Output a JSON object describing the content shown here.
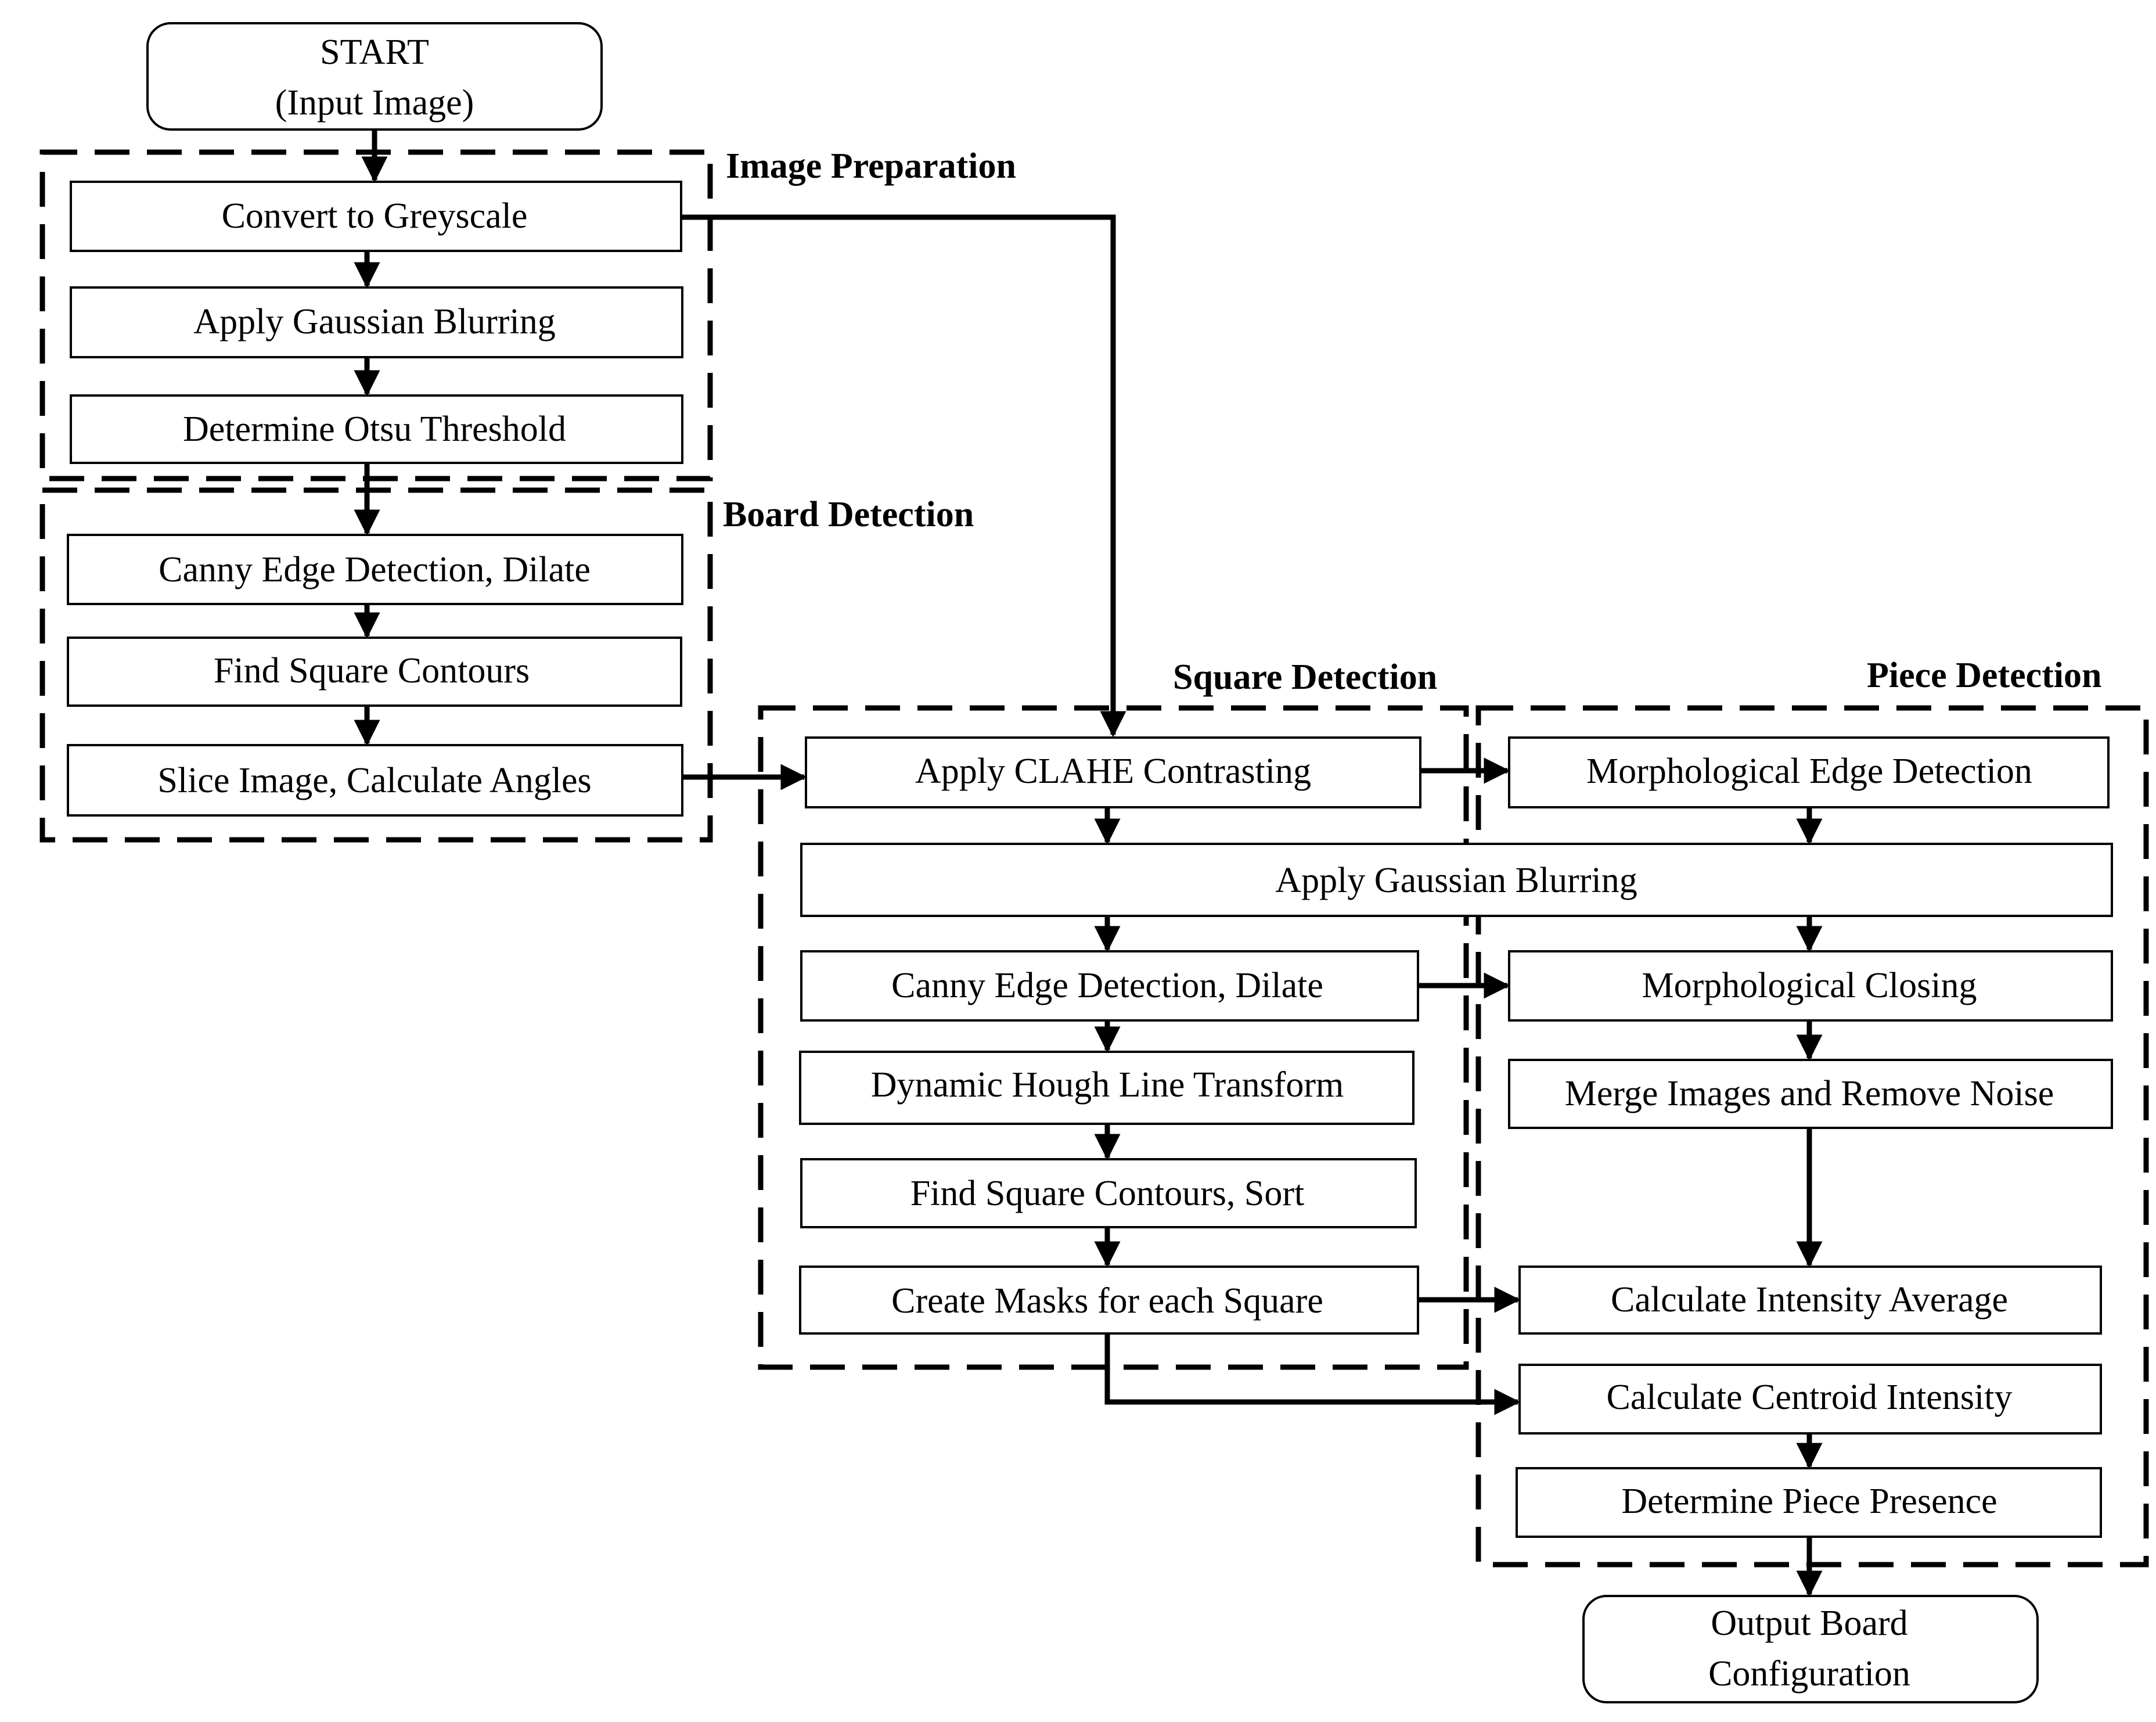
{
  "groups": {
    "image_preparation": "Image Preparation",
    "board_detection": "Board Detection",
    "square_detection": "Square Detection",
    "piece_detection": "Piece Detection"
  },
  "nodes": {
    "start": [
      "START",
      "(Input Image)"
    ],
    "greyscale": "Convert to Greyscale",
    "gauss1": "Apply Gaussian Blurring",
    "otsu": "Determine Otsu Threshold",
    "canny1": "Canny Edge Detection, Dilate",
    "findsq1": "Find Square Contours",
    "slice": "Slice Image, Calculate Angles",
    "clahe": "Apply CLAHE Contrasting",
    "gauss2": "Apply Gaussian Blurring",
    "canny2": "Canny Edge Detection, Dilate",
    "hough": "Dynamic Hough Line Transform",
    "findsq2": "Find Square Contours, Sort",
    "masks": "Create Masks for each Square",
    "morph_edge": "Morphological Edge Detection",
    "morph_close": "Morphological Closing",
    "merge": "Merge Images and Remove Noise",
    "intensity": "Calculate Intensity Average",
    "centroid": "Calculate Centroid Intensity",
    "presence": "Determine Piece Presence",
    "output": [
      "Output Board",
      "Configuration"
    ]
  }
}
